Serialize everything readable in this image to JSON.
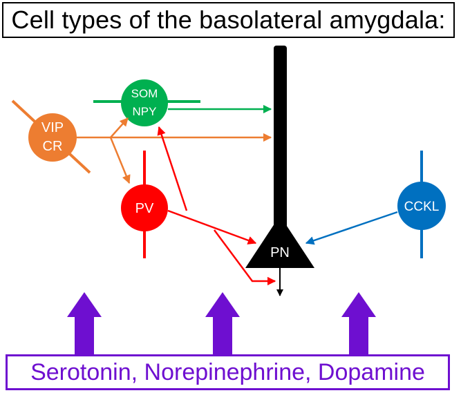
{
  "title": "Cell types of the basolateral amygdala:",
  "footer": "Serotonin, Norepinephrine, Dopamine",
  "cells": {
    "vip_cr": {
      "line1": "VIP",
      "line2": "CR"
    },
    "som_npy": {
      "line1": "SOM",
      "line2": "NPY"
    },
    "pv": {
      "label": "PV"
    },
    "cckl": {
      "label": "CCKL"
    },
    "pn": {
      "label": "PN"
    }
  },
  "colors": {
    "vip_cr": "#ed7d31",
    "som_npy": "#00b050",
    "pv": "#ff0000",
    "cckl": "#0070c0",
    "pn": "#000000",
    "neuromodulators": "#6e0fd0"
  },
  "icons": {
    "neuromodulator_arrow": "up-arrow"
  }
}
